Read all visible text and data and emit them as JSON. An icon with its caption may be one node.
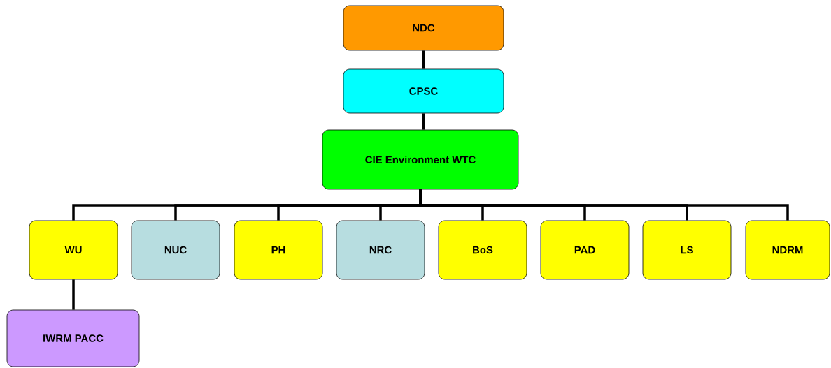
{
  "diagram": {
    "nodes": [
      {
        "text": [
          "NDC"
        ]
      },
      {
        "text": [
          "CPSC"
        ]
      },
      {
        "text": [
          "CIE Environment WTC"
        ]
      },
      {
        "text": [
          "WU"
        ]
      },
      {
        "text": [
          "NUC"
        ]
      },
      {
        "text": [
          "PH"
        ]
      },
      {
        "text": [
          "NRC"
        ]
      },
      {
        "text": [
          "BoS"
        ]
      },
      {
        "text": [
          "PAD"
        ]
      },
      {
        "text": [
          "LS"
        ]
      },
      {
        "text": [
          "NDRM"
        ]
      },
      {
        "text": [
          "IWRM PACC"
        ]
      }
    ],
    "edges": [
      {
        "from": 0,
        "to": 1,
        "arrow": "none"
      },
      {
        "from": 1,
        "to": 2,
        "arrow": "none"
      },
      {
        "from": 2,
        "to": 3,
        "arrow": "none"
      },
      {
        "from": 2,
        "to": 4,
        "arrow": "none"
      },
      {
        "from": 2,
        "to": 5,
        "arrow": "none"
      },
      {
        "from": 2,
        "to": 6,
        "arrow": "none"
      },
      {
        "from": 2,
        "to": 7,
        "arrow": "none"
      },
      {
        "from": 2,
        "to": 8,
        "arrow": "none"
      },
      {
        "from": 2,
        "to": 9,
        "arrow": "none"
      },
      {
        "from": 2,
        "to": 10,
        "arrow": "none"
      },
      {
        "from": 3,
        "to": 11,
        "arrow": "none"
      }
    ]
  }
}
